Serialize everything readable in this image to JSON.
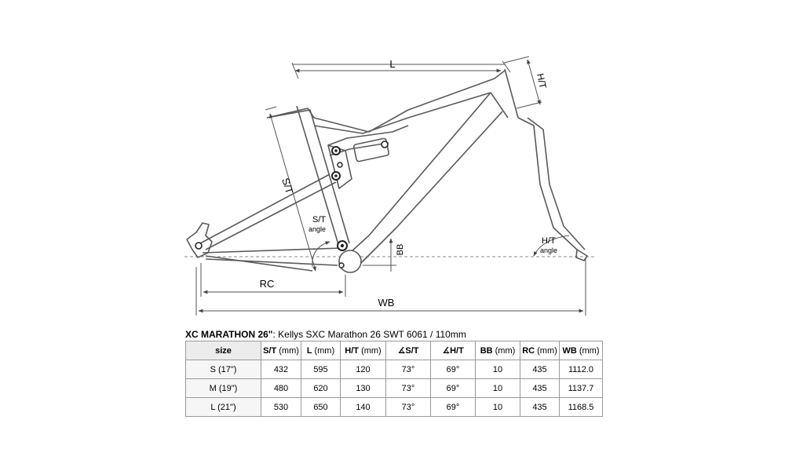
{
  "diagram": {
    "labels": {
      "top_tube": "L",
      "head_tube": "H/T",
      "seat_tube": "S/T",
      "seat_angle_1": "S/T",
      "seat_angle_2": "angle",
      "head_angle_1": "H/T",
      "head_angle_2": "angle",
      "bb_drop": "BB",
      "chainstay": "RC",
      "wheelbase": "WB"
    }
  },
  "caption": {
    "title": "XC MARATHON 26\"",
    "text": ": Kellys SXC Marathon 26 SWT 6061 / 110mm"
  },
  "table": {
    "headers": [
      {
        "label": "size",
        "unit": ""
      },
      {
        "label": "S/T",
        "unit": "(mm)"
      },
      {
        "label": "L",
        "unit": "(mm)"
      },
      {
        "label": "H/T",
        "unit": "(mm)"
      },
      {
        "label": "∡S/T",
        "unit": ""
      },
      {
        "label": "∡H/T",
        "unit": ""
      },
      {
        "label": "BB",
        "unit": "(mm)"
      },
      {
        "label": "RC",
        "unit": "(mm)"
      },
      {
        "label": "WB",
        "unit": "(mm)"
      }
    ],
    "rows": [
      [
        "S (17\")",
        "432",
        "595",
        "120",
        "73°",
        "69°",
        "10",
        "435",
        "1112.0"
      ],
      [
        "M (19\")",
        "480",
        "620",
        "130",
        "73°",
        "69°",
        "10",
        "435",
        "1137.7"
      ],
      [
        "L (21\")",
        "530",
        "650",
        "140",
        "73°",
        "69°",
        "10",
        "435",
        "1168.5"
      ]
    ]
  }
}
